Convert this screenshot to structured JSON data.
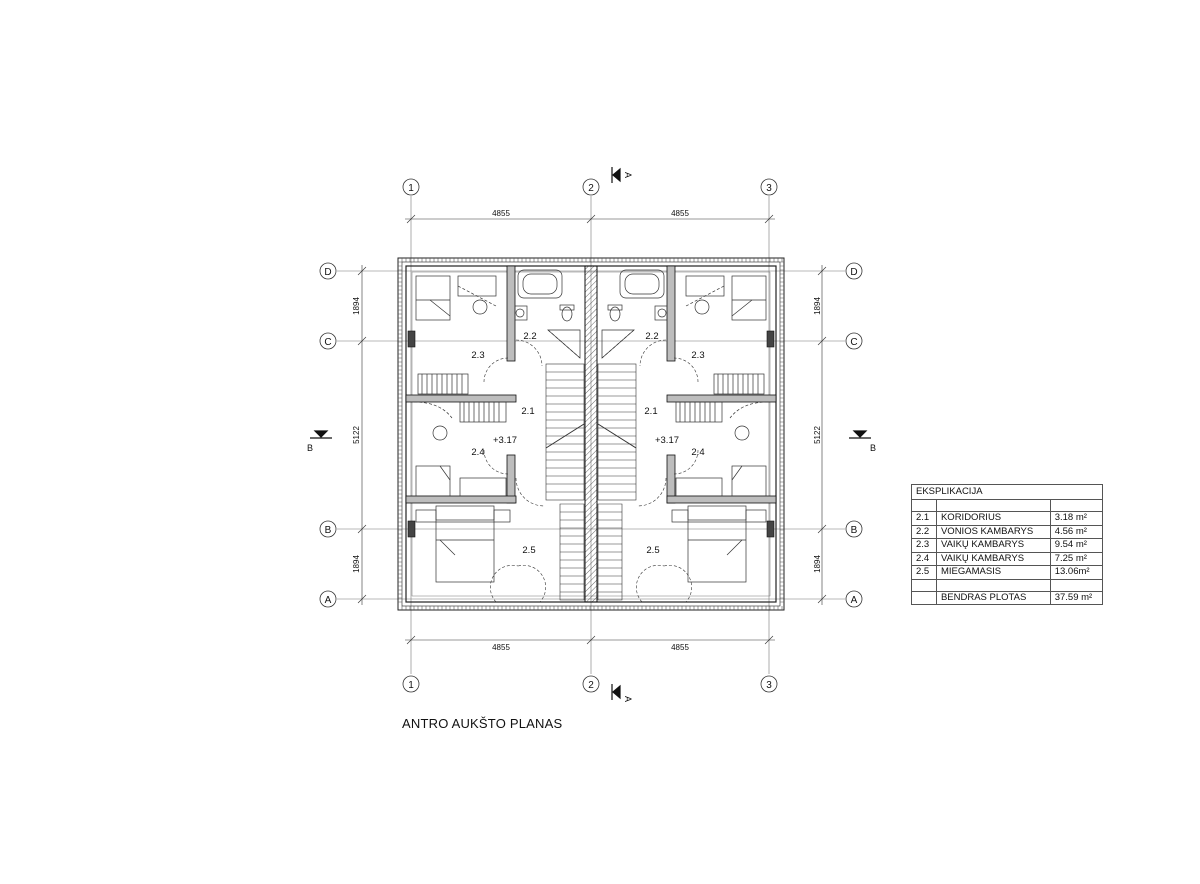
{
  "plan_title": "ANTRO AUKŠTO PLANAS",
  "axes": {
    "columns": [
      "1",
      "2",
      "3"
    ],
    "rows": [
      "D",
      "C",
      "B",
      "A"
    ]
  },
  "dimensions": {
    "top": [
      "4855",
      "4855"
    ],
    "bottom": [
      "4855",
      "4855"
    ],
    "left": [
      "1894",
      "5122",
      "1894"
    ],
    "right": [
      "1894",
      "5122",
      "1894"
    ]
  },
  "section_marks": {
    "top": "A",
    "bottom": "A",
    "left": "B",
    "right": "B"
  },
  "rooms": {
    "left_unit": {
      "r22": "2.2",
      "r23": "2.3",
      "r21": "2.1",
      "level": "+3.17",
      "r24": "2.4",
      "r25": "2.5"
    },
    "right_unit": {
      "r22": "2.2",
      "r23": "2.3",
      "r21": "2.1",
      "level": "+3.17",
      "r24": "2.4",
      "r25": "2.5"
    }
  },
  "legend": {
    "title": "EKSPLIKACIJA",
    "rows": [
      {
        "no": "2.1",
        "name": "KORIDORIUS",
        "area": "3.18 m²"
      },
      {
        "no": "2.2",
        "name": "VONIOS KAMBARYS",
        "area": "4.56 m²"
      },
      {
        "no": "2.3",
        "name": "VAIKŲ KAMBARYS",
        "area": "9.54 m²"
      },
      {
        "no": "2.4",
        "name": "VAIKŲ KAMBARYS",
        "area": "7.25 m²"
      },
      {
        "no": "2.5",
        "name": "MIEGAMASIS",
        "area": "13.06m²"
      }
    ],
    "total_label": "BENDRAS PLOTAS",
    "total_area": "37.59 m²"
  }
}
